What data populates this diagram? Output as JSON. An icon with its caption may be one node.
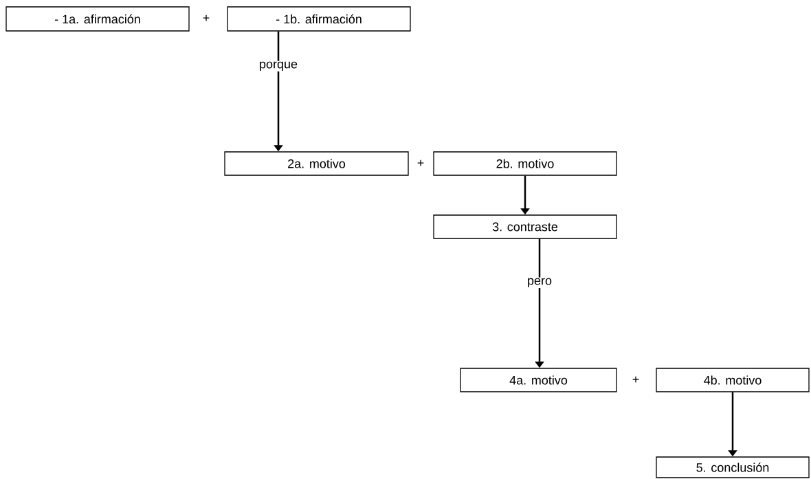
{
  "diagram": {
    "nodes": [
      {
        "text": [
          "- 1a. afirmación"
        ]
      },
      {
        "text": [
          "- 1b. afirmación"
        ]
      },
      {
        "text": [
          "2a. motivo"
        ]
      },
      {
        "text": [
          "2b. motivo"
        ]
      },
      {
        "text": [
          "3. contraste"
        ]
      },
      {
        "text": [
          "4a. motivo"
        ]
      },
      {
        "text": [
          "4b. motivo"
        ]
      },
      {
        "text": [
          "5. conclusión"
        ]
      }
    ],
    "edges": [
      {
        "from": 1,
        "to": 2,
        "arrow": "to",
        "label": "porque"
      },
      {
        "from": 3,
        "to": 4,
        "arrow": "to"
      },
      {
        "from": 4,
        "to": 5,
        "arrow": "to",
        "label": "pero"
      },
      {
        "from": 6,
        "to": 7,
        "arrow": "to"
      }
    ],
    "labels": [
      "+",
      "+",
      "+"
    ]
  }
}
